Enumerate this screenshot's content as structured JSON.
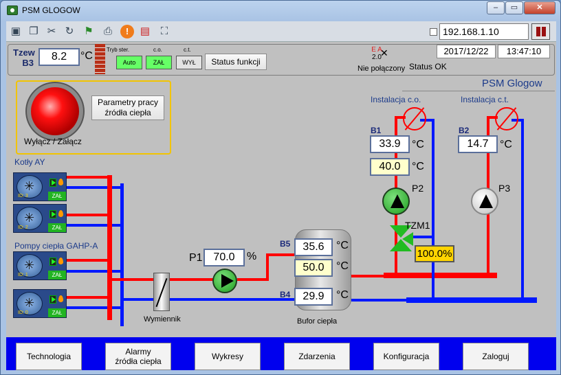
{
  "window": {
    "title": "PSM GLOGOW",
    "min": "–",
    "max": "▭",
    "close": "✕"
  },
  "toolbar": {
    "icons": [
      "monitor-icon",
      "windows-icon",
      "tools-icon",
      "refresh-icon",
      "flag-icon",
      "printer-icon",
      "warning-icon",
      "network-error-icon",
      "fullscreen-icon"
    ],
    "ip": "192.168.1.10"
  },
  "header": {
    "tzew_label": "Tzew",
    "b3_label": "B3",
    "tzew_value": "8.2",
    "unit_c": "°C",
    "tryb_ster_label": "Tryb ster.",
    "co_label": "c.o.",
    "ct_label": "c.t.",
    "tryb_value": "Auto",
    "co_value": "ZAŁ",
    "ct_value": "WYŁ",
    "status_funkcji": "Status funkcji",
    "ea": "E A",
    "ea_version": "2.0",
    "connection": "Nie połączony",
    "status": "Status OK",
    "date": "2017/12/22",
    "time": "13:47:10"
  },
  "plant_title": "PSM Glogow",
  "onoff": {
    "params_button": "Parametry pracy\nźródła ciepła",
    "label": "Wyłącz / Załącz"
  },
  "kotly_label": "Kotły AY",
  "pompy_label": "Pompy ciepła GAHP-A",
  "units": [
    {
      "id": "ID: 3",
      "state": "ZAŁ"
    },
    {
      "id": "ID: 2",
      "state": "ZAŁ"
    },
    {
      "id": "ID: 1",
      "state": "ZAŁ"
    },
    {
      "id": "ID: 0",
      "state": "ZAŁ"
    }
  ],
  "p1": {
    "label": "P1",
    "value": "70.0",
    "unit": "%"
  },
  "wymiennik": "Wymiennik",
  "bufor": {
    "label": "Bufor ciepła",
    "b5_label": "B5",
    "b5_value": "35.6",
    "set_value": "50.0",
    "b4_label": "B4",
    "b4_value": "29.9"
  },
  "co": {
    "label": "Instalacja c.o.",
    "b1_label": "B1",
    "b1_value": "33.9",
    "set_value": "40.0",
    "pump_label": "P2",
    "valve_label": "TZM1",
    "valve_pct": "100.0%"
  },
  "ct": {
    "label": "Instalacja c.t.",
    "b2_label": "B2",
    "b2_value": "14.7",
    "pump_label": "P3"
  },
  "nav": [
    "Technologia",
    "Alarmy\nźródła ciepła",
    "Wykresy",
    "Zdarzenia",
    "Konfiguracja",
    "Zaloguj"
  ]
}
